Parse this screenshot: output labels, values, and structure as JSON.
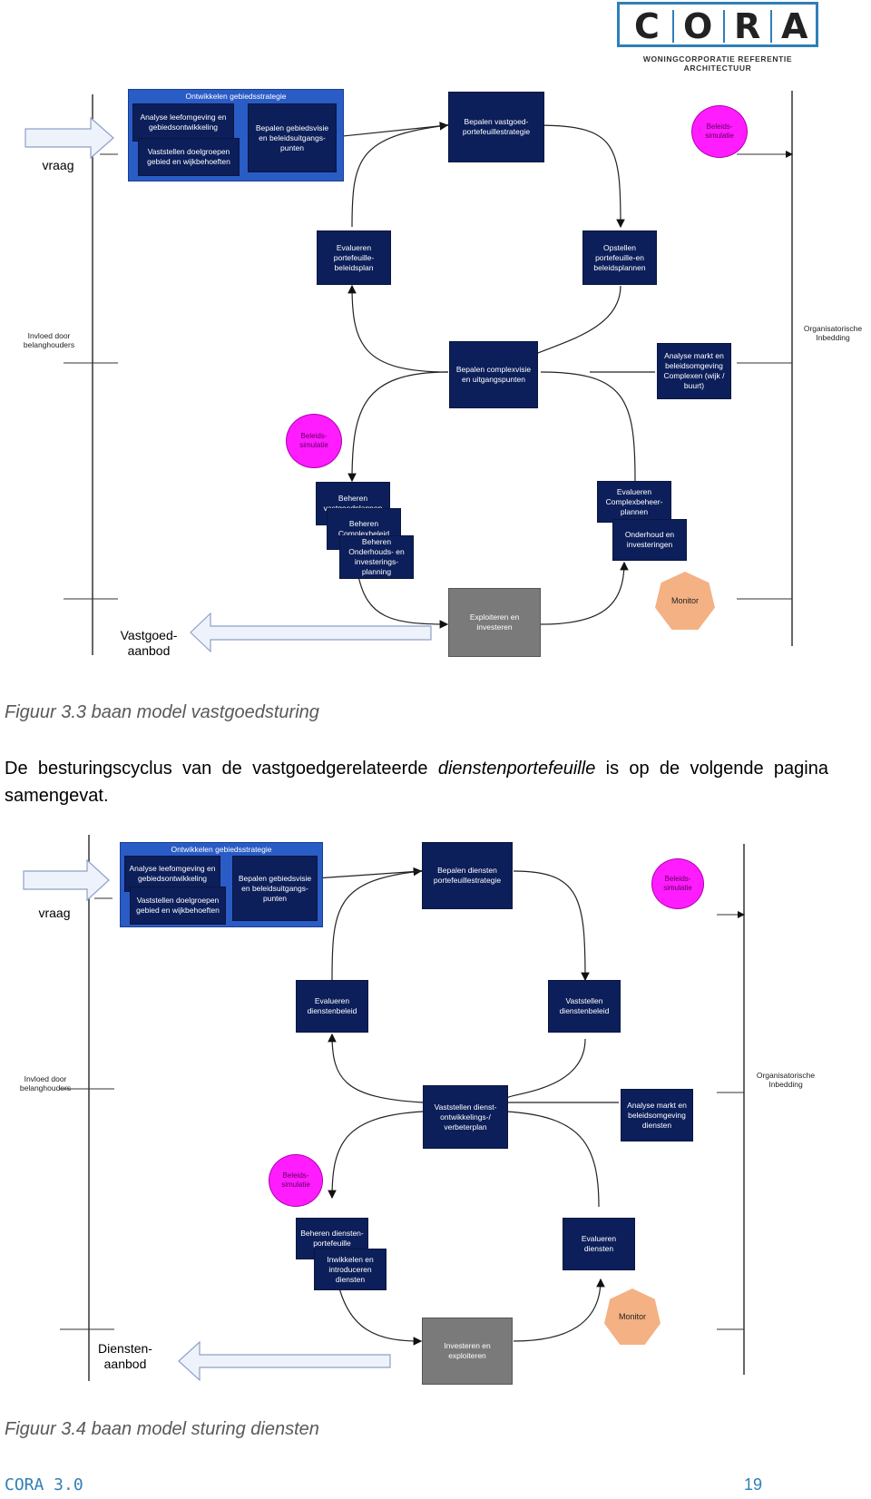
{
  "header": {
    "logo_letters": [
      "C",
      "O",
      "R",
      "A"
    ],
    "logo_subtitle": "WONINGCORPORATIE REFERENTIE ARCHITECTUUR"
  },
  "figure1": {
    "group_title": "Ontwikkelen gebiedsstrategie",
    "analyse": "Analyse leefomgeving en gebiedsontwikkeling",
    "vaststellen_doelgroepen": "Vaststellen doelgroepen gebied en wijkbehoeften",
    "bepalen_gebiedsvisie": "Bepalen gebiedsvisie en beleidsuitgangs-punten",
    "bepalen_strategie": "Bepalen vastgoed-portefeuillestrategie",
    "beleids_simulatie_top": "Beleids-simulatie",
    "evalueren": "Evalueren portefeuille-beleidsplan",
    "opstellen": "Opstellen portefeuille-en beleidsplannen",
    "invloed": "Invloed door belanghouders",
    "organisatorische": "Organisatorische Inbedding",
    "bepalen_complexvisie": "Bepalen complexvisie en uitgangspunten",
    "analyse_markt": "Analyse markt en beleidsomgeving Complexen (wijk / buurt)",
    "beleids_simulatie_mid": "Beleids-simulatie",
    "beheren_vastgoed": "Beheren vastgoedplannen",
    "beheren_complex": "Beheren Complexbeleid",
    "beheren_onderhoud": "Beheren Onderhouds- en investerings-planning",
    "evalueren_complex": "Evalueren Complexbeheer-plannen",
    "onderhoud": "Onderhoud en investeringen",
    "monitor": "Monitor",
    "exploiteren": "Exploiteren en investeren",
    "vraag": "vraag",
    "aanbod": "Vastgoed-aanbod"
  },
  "caption1": "Figuur 3.3 baan model vastgoedsturing",
  "paragraph": {
    "before": "De besturingscyclus van de vastgoedgerelateerde ",
    "emph": "dienstenportefeuille",
    "after": " is op de volgende pagina samengevat."
  },
  "figure2": {
    "group_title": "Ontwikkelen gebiedsstrategie",
    "analyse": "Analyse leefomgeving en gebiedsontwikkeling",
    "vaststellen_doelgroepen": "Vaststellen doelgroepen gebied en wijkbehoeften",
    "bepalen_gebiedsvisie": "Bepalen gebiedsvisie en beleidsuitgangs-punten",
    "bepalen_strategie": "Bepalen diensten portefeuillestrategie",
    "beleids_simulatie_top": "Beleids-simulatie",
    "evalueren": "Evalueren dienstenbeleid",
    "vaststellen_beleid": "Vaststellen dienstenbeleid",
    "invloed": "Invloed door belanghouders",
    "organisatorische": "Organisatorische Inbedding",
    "vaststellen_plan": "Vaststellen dienst-ontwikkelings-/ verbeterplan",
    "analyse_markt": "Analyse markt en beleidsomgeving diensten",
    "beleids_simulatie_mid": "Beleids-simulatie",
    "beheren_diensten": "Beheren diensten-portefeuille",
    "inwikkelen": "Inwikkelen en introduceren diensten",
    "evalueren_diensten": "Evalueren diensten",
    "monitor": "Monitor",
    "investeren": "Investeren en exploiteren",
    "vraag": "vraag",
    "aanbod": "Diensten-aanbod"
  },
  "caption2": "Figuur 3.4 baan model sturing diensten",
  "footer": {
    "left": "CORA 3.0",
    "page": "19"
  },
  "colors": {
    "box": "#0c1f5a",
    "group": "#2a5cc6",
    "simulatie": "#ff1cff",
    "monitor": "#f4b184",
    "exploit": "#7a7a7a",
    "accent": "#2f7fb8"
  }
}
